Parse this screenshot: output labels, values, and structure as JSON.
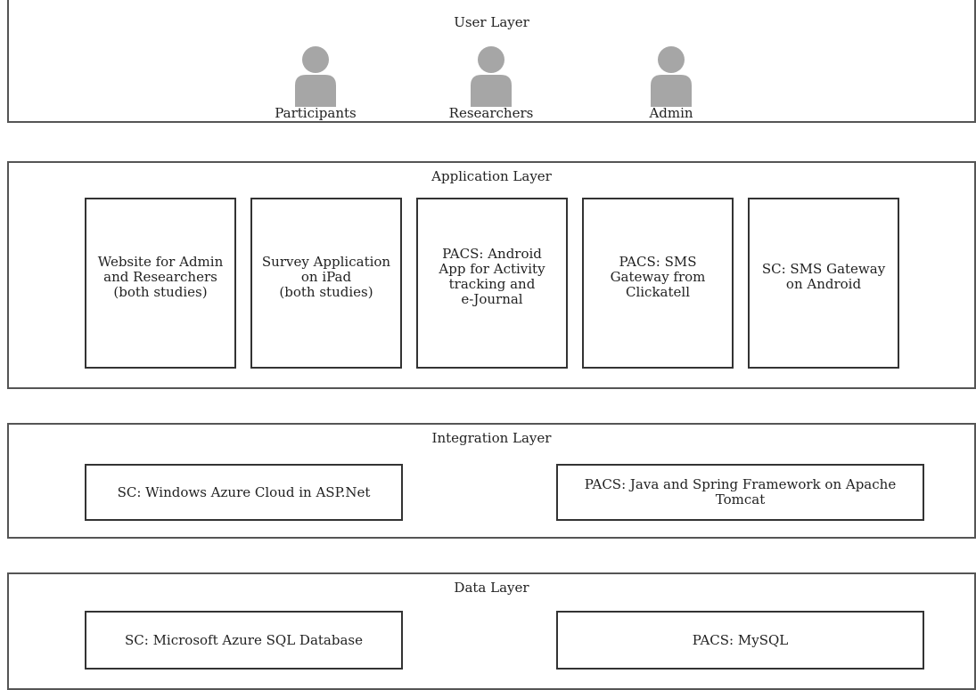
{
  "user_layer": {
    "title": "User Layer",
    "users": [
      {
        "label": "Participants",
        "icon": "person-icon"
      },
      {
        "label": "Researchers",
        "icon": "person-icon"
      },
      {
        "label": "Admin",
        "icon": "person-icon"
      }
    ]
  },
  "application_layer": {
    "title": "Application Layer",
    "boxes": [
      {
        "label": "Website for Admin\nand Researchers\n(both studies)"
      },
      {
        "label": "Survey Application\non iPad\n(both studies)"
      },
      {
        "label": "PACS: Android\nApp for Activity\ntracking and\ne-Journal"
      },
      {
        "label": "PACS: SMS\nGateway from\nClickatell"
      },
      {
        "label": "SC: SMS Gateway\non Android"
      }
    ]
  },
  "integration_layer": {
    "title": "Integration Layer",
    "boxes": [
      {
        "label": "SC: Windows Azure Cloud in ASP.Net"
      },
      {
        "label": "PACS: Java and Spring Framework on Apache Tomcat"
      }
    ]
  },
  "data_layer": {
    "title": "Data Layer",
    "boxes": [
      {
        "label": "SC: Microsoft Azure SQL Database"
      },
      {
        "label": "PACS: MySQL"
      }
    ]
  },
  "colors": {
    "icon_fill": "#a6a6a6",
    "border": "#555555"
  }
}
